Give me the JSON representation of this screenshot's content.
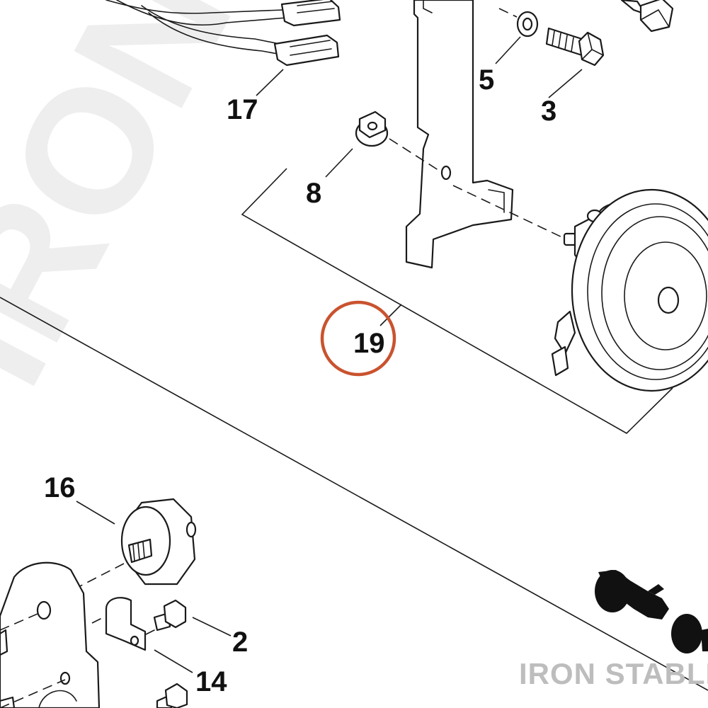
{
  "colors": {
    "line": "#1a1a1a",
    "highlight_ring": "#c9532f",
    "watermark": "#eeeeee",
    "brand_text": "#bdbdbd"
  },
  "callouts": {
    "c17": "17",
    "c5": "5",
    "c3": "3",
    "c8": "8",
    "c19": "19",
    "c16": "16",
    "c2": "2",
    "c14": "14"
  },
  "watermark": "IRON STABLE",
  "brand": {
    "text": "IRON STABLE",
    "logo_icon": "motorcycle-icon"
  }
}
